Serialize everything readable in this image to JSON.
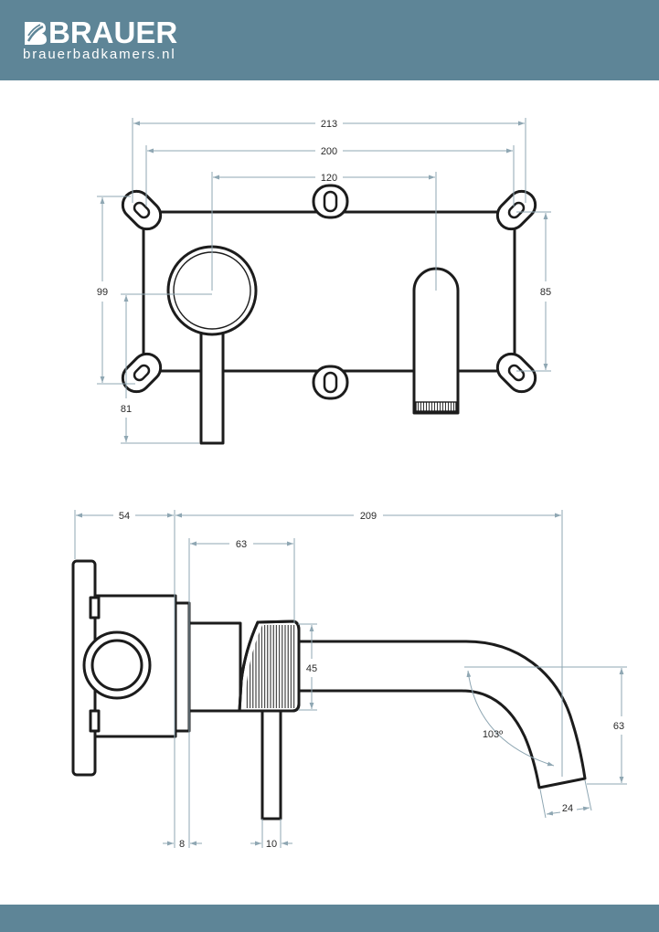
{
  "brand": {
    "name": "BRAUER",
    "website": "brauerbadkamers.nl",
    "logo_icon": "brauer-logo-icon"
  },
  "front_view": {
    "overall_width": "213",
    "mount_spacing": "200",
    "center_distance": "120",
    "overall_height": "99",
    "plate_height": "85",
    "lever_drop": "81"
  },
  "side_view": {
    "plate_depth": "54",
    "projection": "209",
    "handle_projection": "63",
    "handle_diameter": "45",
    "spout_drop": "63",
    "spout_angle": "103º",
    "outlet_width": "24",
    "collar_width": "8",
    "lever_width": "10"
  },
  "colors": {
    "band": "#5e8597",
    "line": "#1c1c1c",
    "dimension": "#8fa7b3"
  }
}
